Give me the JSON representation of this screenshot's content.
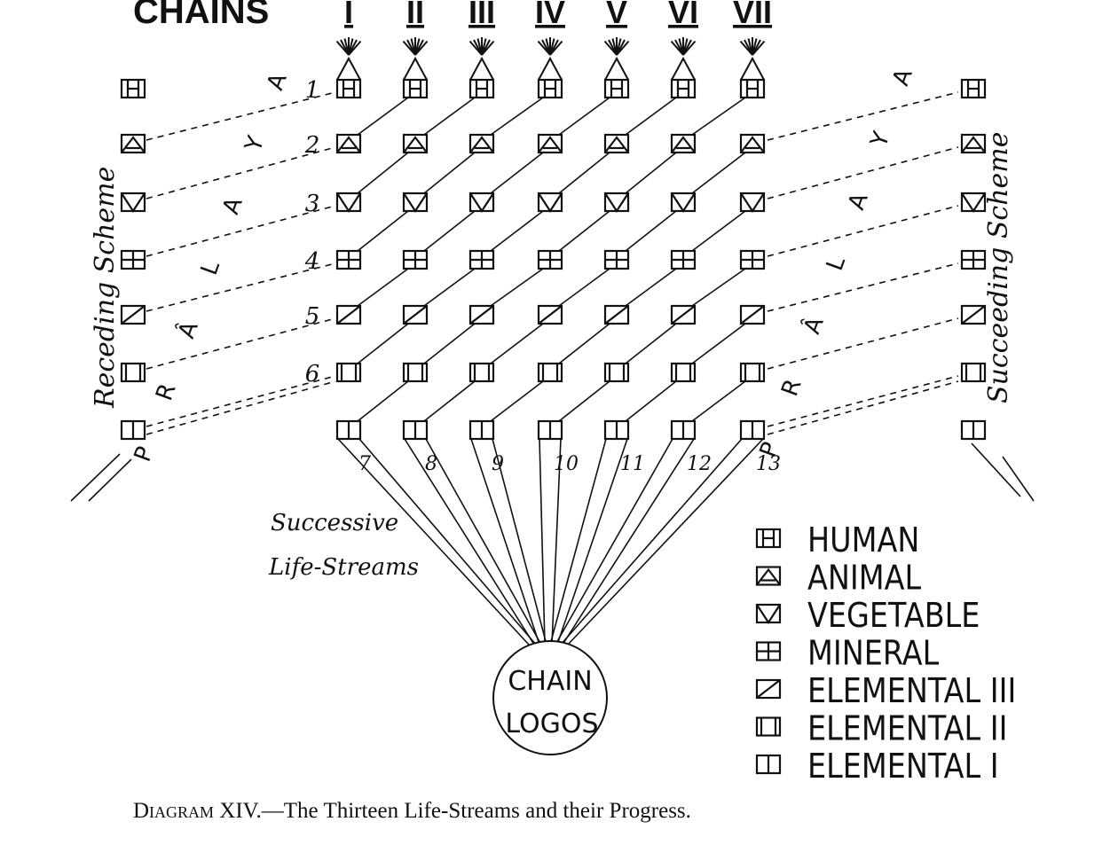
{
  "header": {
    "title": "CHAINS",
    "chains": [
      "I",
      "II",
      "III",
      "IV",
      "V",
      "VI",
      "VII"
    ]
  },
  "rows": [
    "human",
    "animal",
    "vegetable",
    "mineral",
    "elemental3",
    "elemental2",
    "elemental1"
  ],
  "row_numbers": [
    "1",
    "2",
    "3",
    "4",
    "5",
    "6"
  ],
  "stream_numbers": [
    "7",
    "8",
    "9",
    "10",
    "11",
    "12",
    "13"
  ],
  "labels": {
    "receding": "Receding Scheme",
    "succeeding": "Succeeding Scheme",
    "successive_1": "Successive",
    "successive_2": "Life-Streams",
    "logos_1": "CHAIN",
    "logos_2": "LOGOS"
  },
  "pralaya": [
    "P",
    "R",
    "Â",
    "L",
    "A",
    "Y",
    "A"
  ],
  "legend": [
    {
      "type": "human",
      "label": "HUMAN"
    },
    {
      "type": "animal",
      "label": "ANIMAL"
    },
    {
      "type": "vegetable",
      "label": "VEGETABLE"
    },
    {
      "type": "mineral",
      "label": "MINERAL"
    },
    {
      "type": "elemental3",
      "label": "ELEMENTAL III"
    },
    {
      "type": "elemental2",
      "label": "ELEMENTAL II"
    },
    {
      "type": "elemental1",
      "label": "ELEMENTAL I"
    }
  ],
  "caption": {
    "lead": "Diagram XIV.",
    "text": "—The Thirteen Life-Streams and their Progress."
  }
}
